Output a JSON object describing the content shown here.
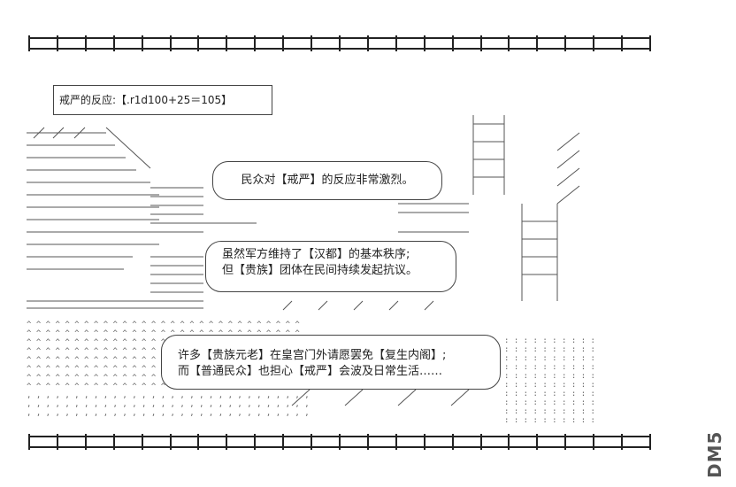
{
  "header": {
    "text": "戒严的反应:【.r1d100+25＝105】"
  },
  "bubbles": [
    {
      "lines": [
        "民众对【戒严】的反应非常激烈。"
      ]
    },
    {
      "lines": [
        "虽然军方维持了【汉都】的基本秩序;",
        "但【贵族】团体在民间持续发起抗议。"
      ]
    },
    {
      "lines": [
        "许多【贵族元老】在皇宫门外请愿罢免【复生内阁】;",
        "而【普通民众】也担心【戒严】会波及日常生活……"
      ]
    }
  ],
  "watermark": "DM5",
  "colors": {
    "ink": "#222222",
    "paper": "#ffffff"
  }
}
